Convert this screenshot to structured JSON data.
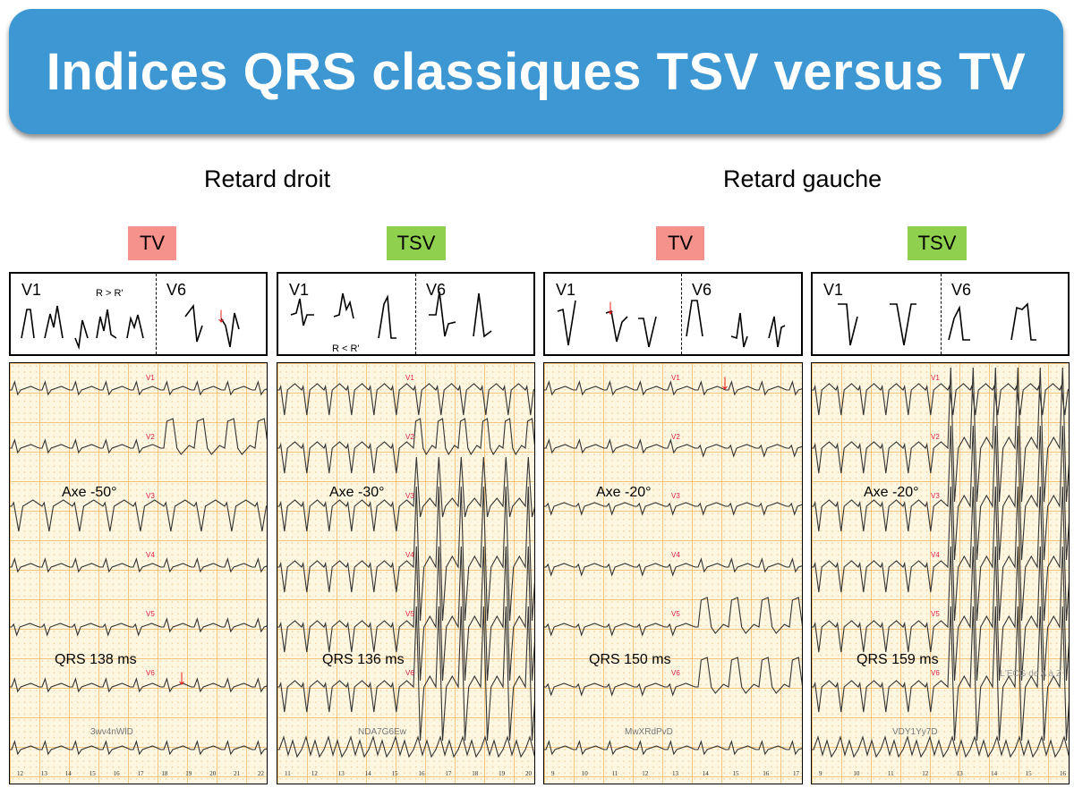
{
  "title": "Indices QRS classiques TSV versus TV",
  "sections": [
    "Retard droit",
    "Retard gauche"
  ],
  "colors": {
    "banner": "#3d97d3",
    "tv_badge": "#f4928b",
    "tsv_badge": "#8fd14f",
    "arrow": "#e8201c",
    "lead_label": "#e0204a"
  },
  "panels": [
    {
      "badge": "TV",
      "badge_type": "tv",
      "lead_left": "V1",
      "lead_right": "V6",
      "note": "R > R'",
      "axis": "Axe -50°",
      "qrs": "QRS 138 ms",
      "id": "3wv4nWlD",
      "ticks": [
        "12",
        "13",
        "14",
        "15",
        "16",
        "17",
        "18",
        "19",
        "20",
        "21",
        "22"
      ],
      "lead_labels": [
        "V1",
        "V2",
        "V3",
        "V4",
        "V5",
        "V6"
      ],
      "watermark": null
    },
    {
      "badge": "TSV",
      "badge_type": "tsv",
      "lead_left": "V1",
      "lead_right": "V6",
      "note": "R < R'",
      "axis": "Axe -30°",
      "qrs": "QRS 136 ms",
      "id": "NDA7G6Ew",
      "ticks": [
        "11",
        "12",
        "13",
        "14",
        "15",
        "16",
        "17",
        "18",
        "19",
        "20"
      ],
      "lead_labels": [
        "V1",
        "V2",
        "V3",
        "V4",
        "V5",
        "V6"
      ],
      "watermark": null
    },
    {
      "badge": "TV",
      "badge_type": "tv",
      "lead_left": "V1",
      "lead_right": "V6",
      "note": null,
      "axis": "Axe -20°",
      "qrs": "QRS 150 ms",
      "id": "MwXRdPvD",
      "ticks": [
        "9",
        "10",
        "11",
        "12",
        "13",
        "14",
        "15",
        "16",
        "17"
      ],
      "lead_labels": [
        "V1",
        "V2",
        "V3",
        "V4",
        "V5",
        "V6"
      ],
      "watermark": null
    },
    {
      "badge": "TSV",
      "badge_type": "tsv",
      "lead_left": "V1",
      "lead_right": "V6",
      "note": null,
      "axis": "Axe -20°",
      "qrs": "QRS 159 ms",
      "id": "VDY1Yy7D",
      "ticks": [
        "9",
        "10",
        "11",
        "12",
        "13",
        "14",
        "15",
        "16"
      ],
      "lead_labels": [
        "V1",
        "V2",
        "V3",
        "V4",
        "V5",
        "V6"
      ],
      "watermark": "L'ECG de A à Z"
    }
  ]
}
